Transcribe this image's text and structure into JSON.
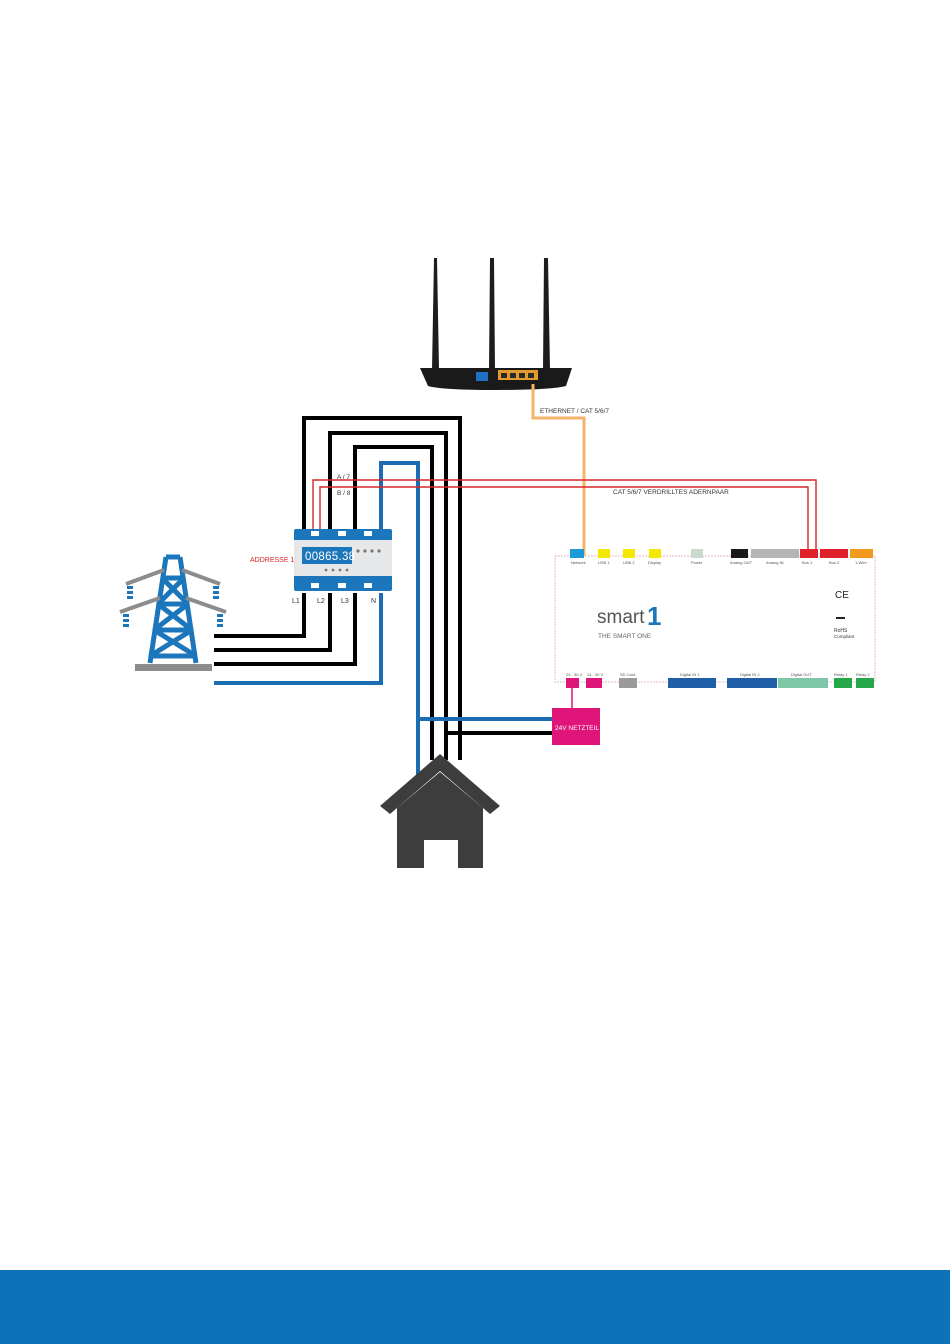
{
  "labels": {
    "ethernet": "ETHERNET / CAT 5/6/7",
    "twisted_pair": "CAT 5/6/7 VERDRILLTES ADERNPAAR",
    "a_line": "A / 7",
    "b_line": "B / 8",
    "address": "ADDRESSE 1",
    "meter_display": "00865.38",
    "phase_l1": "L1",
    "phase_l2": "L2",
    "phase_l3": "L3",
    "neutral": "N",
    "power_supply": "24V NETZTEIL"
  },
  "controller": {
    "brand": "smart",
    "brand_number": "1",
    "tagline": "THE SMART ONE",
    "ce_mark": "CE",
    "rohs": "RoHS",
    "compliant": "Compliant",
    "top_ports": [
      "Network",
      "USB 1",
      "USB 2",
      "Display",
      "Power",
      "Analog OUT",
      "Analog IN",
      "Bus 1",
      "Bus 2",
      "1-Wire"
    ],
    "bottom_ports": [
      "24 - 30 V",
      "24 - 30 V",
      "SD Card",
      "Digital IN 1",
      "Digital IN 2",
      "Digital OUT",
      "Relay 1",
      "Relay 2"
    ]
  },
  "colors": {
    "cable_black": "#000000",
    "cable_blue": "#1b6db3",
    "ethernet_orange": "#f3b36b",
    "bus_red": "#d7262a",
    "meter_blue": "#1b76bc",
    "house_gray": "#3d3d3d",
    "psu_magenta": "#e0157a",
    "footer_blue": "#0d72b8"
  },
  "icons": [
    "router-icon",
    "power-pylon-icon",
    "house-icon",
    "energy-meter-icon",
    "smart-one-controller"
  ]
}
